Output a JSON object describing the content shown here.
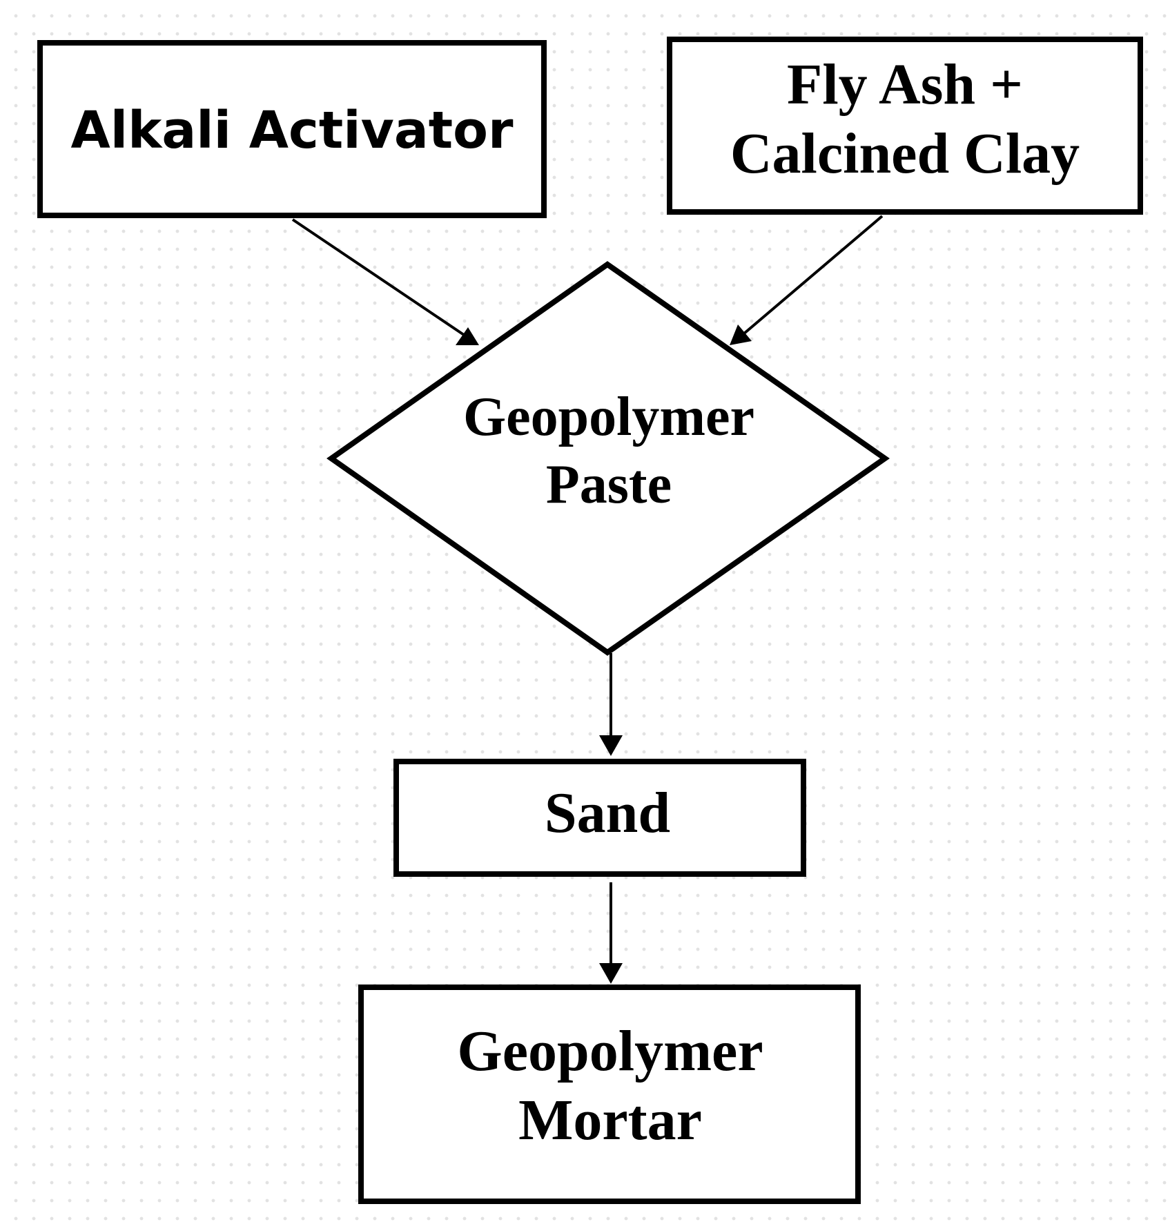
{
  "nodes": {
    "alkali_activator": {
      "line1": "Alkali Activator"
    },
    "fly_ash_clay": {
      "line1": "Fly Ash +",
      "line2": "Calcined Clay"
    },
    "geopolymer_paste": {
      "line1": "Geopolymer",
      "line2": "Paste"
    },
    "sand": {
      "line1": "Sand"
    },
    "geopolymer_mortar": {
      "line1": "Geopolymer",
      "line2": "Mortar"
    }
  },
  "edges": [
    {
      "from": "alkali_activator",
      "to": "geopolymer_paste"
    },
    {
      "from": "fly_ash_clay",
      "to": "geopolymer_paste"
    },
    {
      "from": "geopolymer_paste",
      "to": "sand"
    },
    {
      "from": "sand",
      "to": "geopolymer_mortar"
    }
  ]
}
